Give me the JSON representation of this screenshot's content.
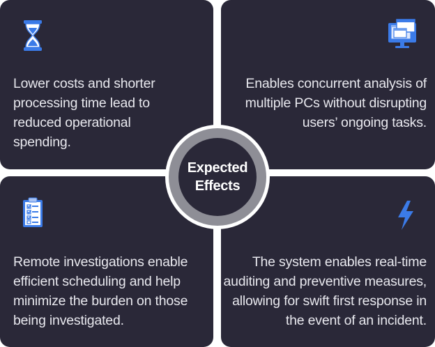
{
  "center": {
    "title": "Expected Effects"
  },
  "panels": [
    {
      "icon": "hourglass-icon",
      "text": "Lower costs and shorter processing time lead to reduced operational spending."
    },
    {
      "icon": "monitor-windows-icon",
      "text": "Enables concurrent analysis of multiple PCs without disrupting users’ ongoing tasks."
    },
    {
      "icon": "clipboard-checklist-icon",
      "text": "Remote investigations enable efficient scheduling and help minimize the burden on those being investigated."
    },
    {
      "icon": "lightning-icon",
      "text": "The system enables real-time auditing and preventive measures, allowing for swift first response in the event of an incident."
    }
  ],
  "colors": {
    "panel": "#2a2838",
    "accent": "#3b7be8",
    "ring": "#8e8e96",
    "text": "#e8e8ee"
  }
}
